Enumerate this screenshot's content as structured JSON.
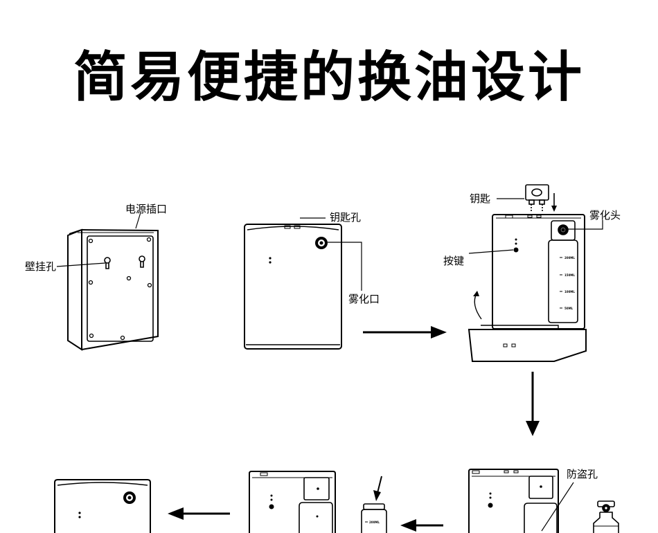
{
  "title": "简易便捷的换油设计",
  "labels": {
    "power_port": "电源插口",
    "wall_hole": "壁挂孔",
    "key_hole": "钥匙孔",
    "nozzle_outlet": "雾化口",
    "key": "钥匙",
    "atomizer_head": "雾化头",
    "button": "按键",
    "anti_theft_hole": "防盗孔"
  },
  "bottle_scale": [
    "200ML",
    "150ML",
    "100ML",
    "50ML"
  ],
  "small_bottle_mark": "200ML"
}
